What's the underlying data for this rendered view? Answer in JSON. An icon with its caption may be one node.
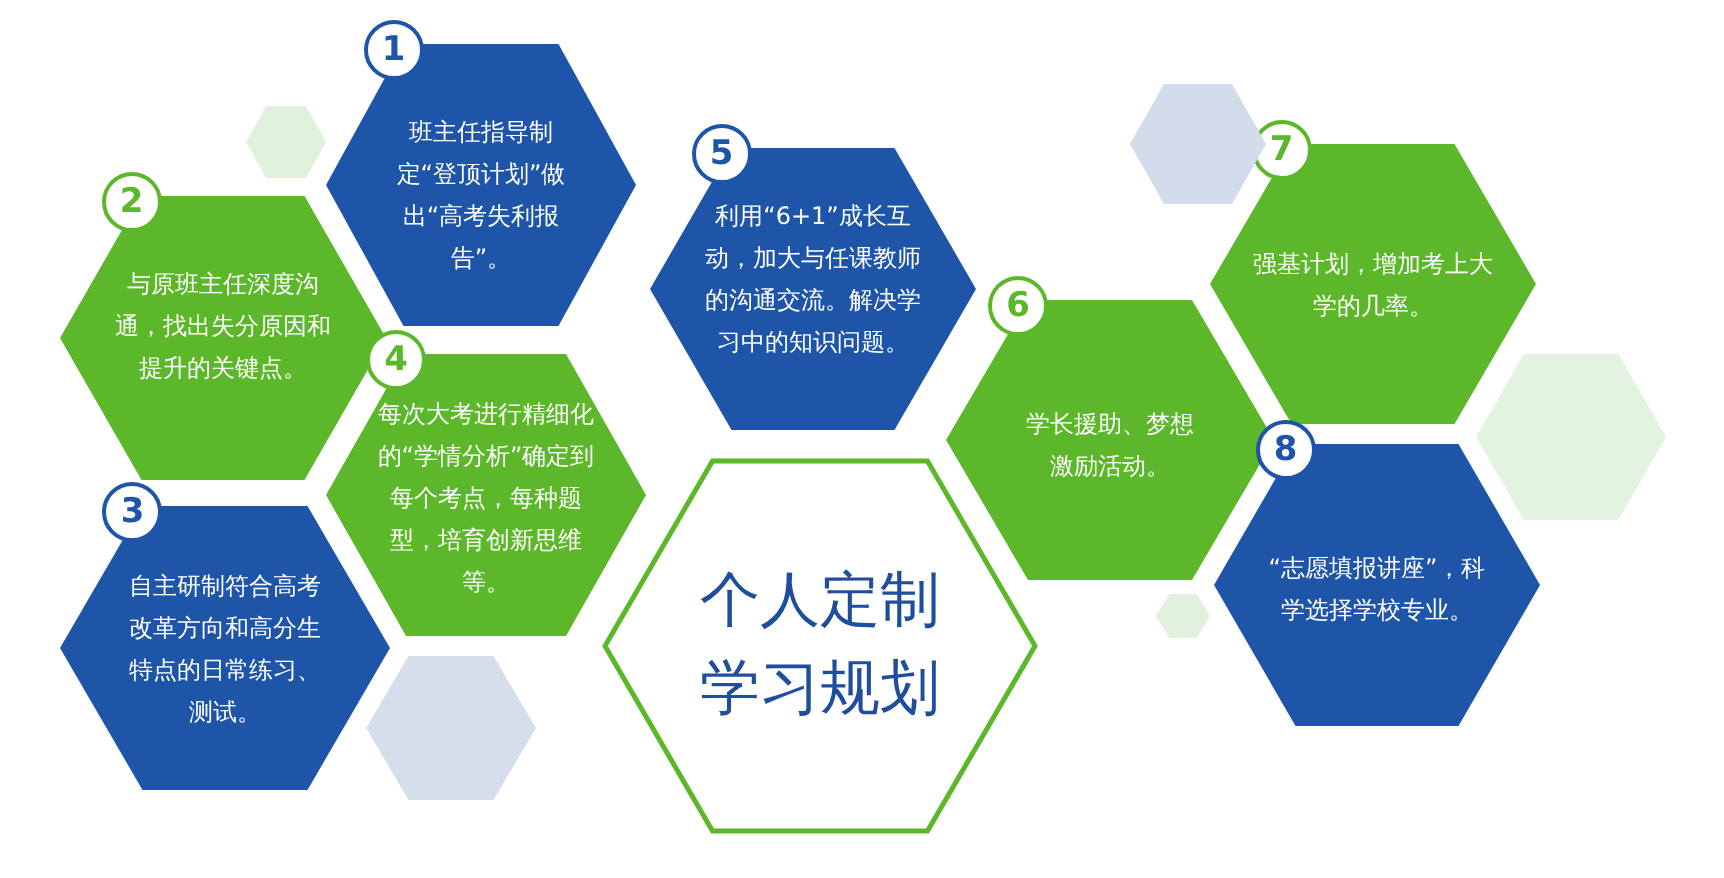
{
  "diagram": {
    "nodes": [
      {
        "text": [
          "1",
          "班主任指导制定“登顶计划”做出“高考失利报告”。"
        ]
      },
      {
        "text": [
          "2",
          "与原班主任深度沟通，找出失分原因和提升的关键点。"
        ]
      },
      {
        "text": [
          "3",
          "自主研制符合高考改革方向和高分生特点的日常练习、测试。"
        ]
      },
      {
        "text": [
          "4",
          "每次大考进行精细化的“学情分析”确定到每个考点，每种题型，培育创新思维等。"
        ]
      },
      {
        "text": [
          "5",
          "利用“6+1”成长互动，加大与任课教师的沟通交流。解决学习中的知识问题。"
        ]
      },
      {
        "text": [
          "6",
          "学长援助、梦想激励活动。"
        ]
      },
      {
        "text": [
          "7",
          "强基计划，增加考上大学的几率。"
        ]
      },
      {
        "text": [
          "8",
          "“志愿填报讲座”，科学选择学校专业。"
        ]
      },
      {
        "text": [
          "个人定制学习规划"
        ]
      },
      {
        "text": [],
        "shape": "hexagon"
      },
      {
        "text": [],
        "shape": "hexagon"
      },
      {
        "text": [],
        "shape": "hexagon"
      },
      {
        "text": [],
        "shape": "hexagon"
      },
      {
        "text": [],
        "shape": "hexagon"
      }
    ]
  }
}
